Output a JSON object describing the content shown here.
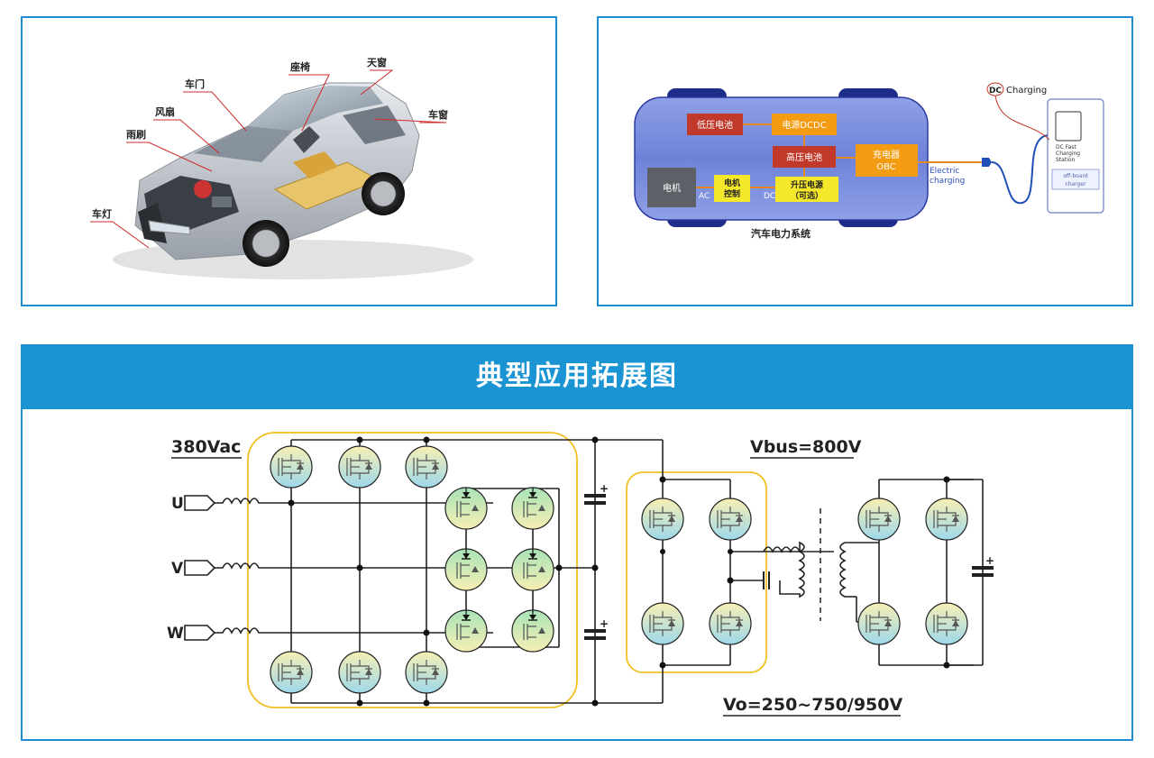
{
  "car_panel": {
    "labels": {
      "seat": "座椅",
      "sunroof": "天窗",
      "door": "车门",
      "window": "车窗",
      "fan": "风扇",
      "wiper": "雨刷",
      "lamp": "车灯"
    }
  },
  "power_panel": {
    "blocks": {
      "lv_battery": "低压电池",
      "dcdc": "电源DCDC",
      "hv_battery": "高压电池",
      "charger_line1": "充电器",
      "charger_line2": "OBC",
      "motor": "电机",
      "motor_ctrl_line1": "电机",
      "motor_ctrl_line2": "控制",
      "boost_line1": "升压电源",
      "boost_line2": "（可选）"
    },
    "ac_label": "AC",
    "dc_label": "DC",
    "system_label": "汽车电力系统",
    "electric_charging_line1": "Electric",
    "electric_charging_line2": "charging",
    "dc_badge": "DC",
    "charging_label": "Charging",
    "station_line1": "DC Fast",
    "station_line2": "Charging",
    "station_line3": "Station",
    "offboard_line1": "off-board",
    "offboard_line2": "charger"
  },
  "circuit_panel": {
    "title": "典型应用拓展图",
    "input_voltage": "380Vac",
    "phase_u": "U",
    "phase_v": "V",
    "phase_w": "W",
    "bus_voltage": "Vbus=800V",
    "output_voltage": "Vo=250~750/950V",
    "cap_plus": "+"
  },
  "colors": {
    "panel_border": "#1a8fd0",
    "banner": "#1a94d2",
    "highlight_frame": "#f0c020",
    "red_block": "#c0392b",
    "orange_block": "#f39c12",
    "yellow_block": "#f5e72a",
    "grey_block": "#5d6066",
    "car_body": "#5a6fd0"
  }
}
